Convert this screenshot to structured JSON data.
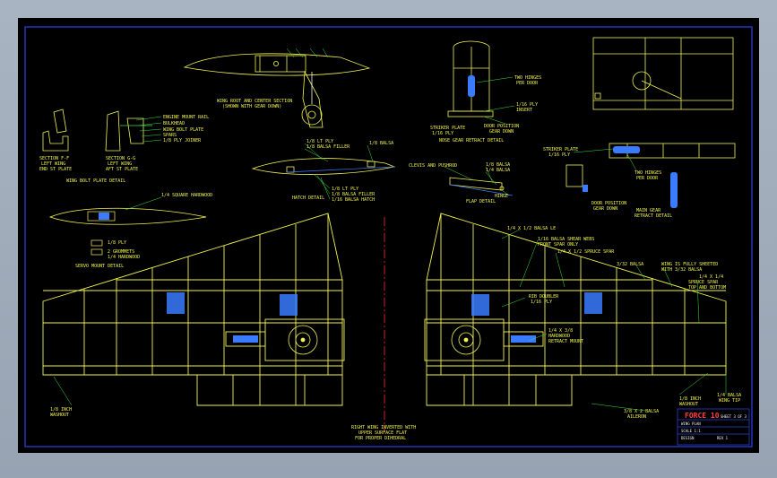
{
  "drawing": {
    "colors": {
      "background": "#000000",
      "frame": "#2a3fd6",
      "structure": "#f2f250",
      "green": "#3fe03f",
      "blue": "#3a7bff",
      "white": "#f4f4f4",
      "red": "#ff3030"
    },
    "labels": {
      "wing_root_section": "WING ROOT AND CENTER SECTION",
      "wing_root_section_sub": "(SHOWN WITH GEAR DOWN)",
      "engine_mount_rail": "ENGINE MOUNT RAIL",
      "bulkhead": "BULKHEAD",
      "wing_bolt_plate": "WING BOLT PLATE",
      "spars": "SPARS",
      "ply_joiner": "1/8 PLY JOINER",
      "section_ff_1": "SECTION F-F",
      "section_ff_2": "LEFT WING",
      "section_ff_3": "END ST PLATE",
      "section_gg_1": "SECTION G-G",
      "section_gg_2": "LEFT WING",
      "section_gg_3": "AFT ST PLATE",
      "wing_bolt_detail": "WING BOLT PLATE DETAIL",
      "two_hinges_door": "TWO HINGES",
      "per_door": "PER DOOR",
      "ply_insert": "1/16 PLY",
      "ply_insert_2": "INSERT",
      "door_position": "DOOR POSITION",
      "gear_down": "GEAR DOWN",
      "striker_plate": "STRIKER PLATE",
      "striker_plate_2": "1/16 PLY",
      "nose_gear_detail": "NOSE GEAR RETRACT DETAIL",
      "lt_ply_1": "1/8 LT PLY",
      "balsa_filler_1": "1/8 BALSA FILLER",
      "balsa_1": "1/8 BALSA",
      "hatch_lt_ply": "1/8 LT PLY",
      "hatch_balsa_filler": "1/8 BALSA FILLER",
      "hatch_balsa_hatch": "1/16 BALSA HATCH",
      "hatch_detail": "HATCH DETAIL",
      "clevis_pushrod": "CLEVIS AND PUSHROD",
      "flap_balsa_1": "1/8 BALSA",
      "flap_balsa_2": "1/4 BALSA",
      "hinge": "HINGE",
      "flap_detail": "FLAP DETAIL",
      "striker_plate_r": "STRIKER PLATE",
      "striker_plate_r2": "1/16 PLY",
      "two_hinges_r": "TWO HINGES",
      "per_door_r": "PER DOOR",
      "door_position_r": "DOOR POSITION",
      "gear_down_r": "GEAR DOWN",
      "main_gear": "MAIN GEAR",
      "retract_detail": "RETRACT DETAIL",
      "square_hardwood": "1/4 SQUARE HARDWOOD",
      "servo_label_a": "1/8 PLY",
      "servo_label_b": "2 GROMMETS",
      "servo_label_c": "1/4 HARDWOOD",
      "servo_mount_detail": "SERVO MOUNT DETAIL",
      "balsa_le": "1/4 X 1/2 BALSA LE",
      "shear_webs": "1/16 BALSA SHEAR WEBS",
      "front_spar_only": "FRONT SPAR ONLY",
      "spruce_spar": "1/4 X 1/2 SPRUCE SPAR",
      "balsa_32": "3/32 BALSA",
      "wing_sheeted": "WING IS FULLY SHEETED",
      "wing_sheeted_2": "WITH 3/32 BALSA",
      "spruce_spars_1": "1/4 X 1/4",
      "spruce_spars_2": "SPRUCE SPAR",
      "spruce_spars_3": "TOP AND BOTTOM",
      "rib_doubler": "RIB DOUBLER",
      "rib_doubler_2": "1/16 PLY",
      "hardwood_retract": "1/4 X 3/8",
      "hardwood_retract_2": "HARDWOOD",
      "hardwood_retract_3": "RETRACT MOUNT",
      "washout_left": "1/8 INCH",
      "washout_left_2": "WASHOUT",
      "washout_right": "1/8 INCH",
      "washout_right_2": "WASHOUT",
      "wing_tip": "1/4 BALSA",
      "wing_tip_2": "WING TIP",
      "aileron": "3/8 X 2 BALSA",
      "aileron_2": "AILERON",
      "inverted_note": "RIGHT WING INVERTED WITH",
      "inverted_note_2": "UPPER SURFACE FLAT",
      "inverted_note_3": "FOR PROPER DIHEDRAL",
      "title_block_name": "FORCE 10",
      "title_block_line2": "SHEET 3 OF 3",
      "title_block_line3": "WING PLAN",
      "title_block_line4": "SCALE 1:1",
      "title_block_line5": "DESIGN",
      "title_block_line6": "REV 1"
    }
  }
}
